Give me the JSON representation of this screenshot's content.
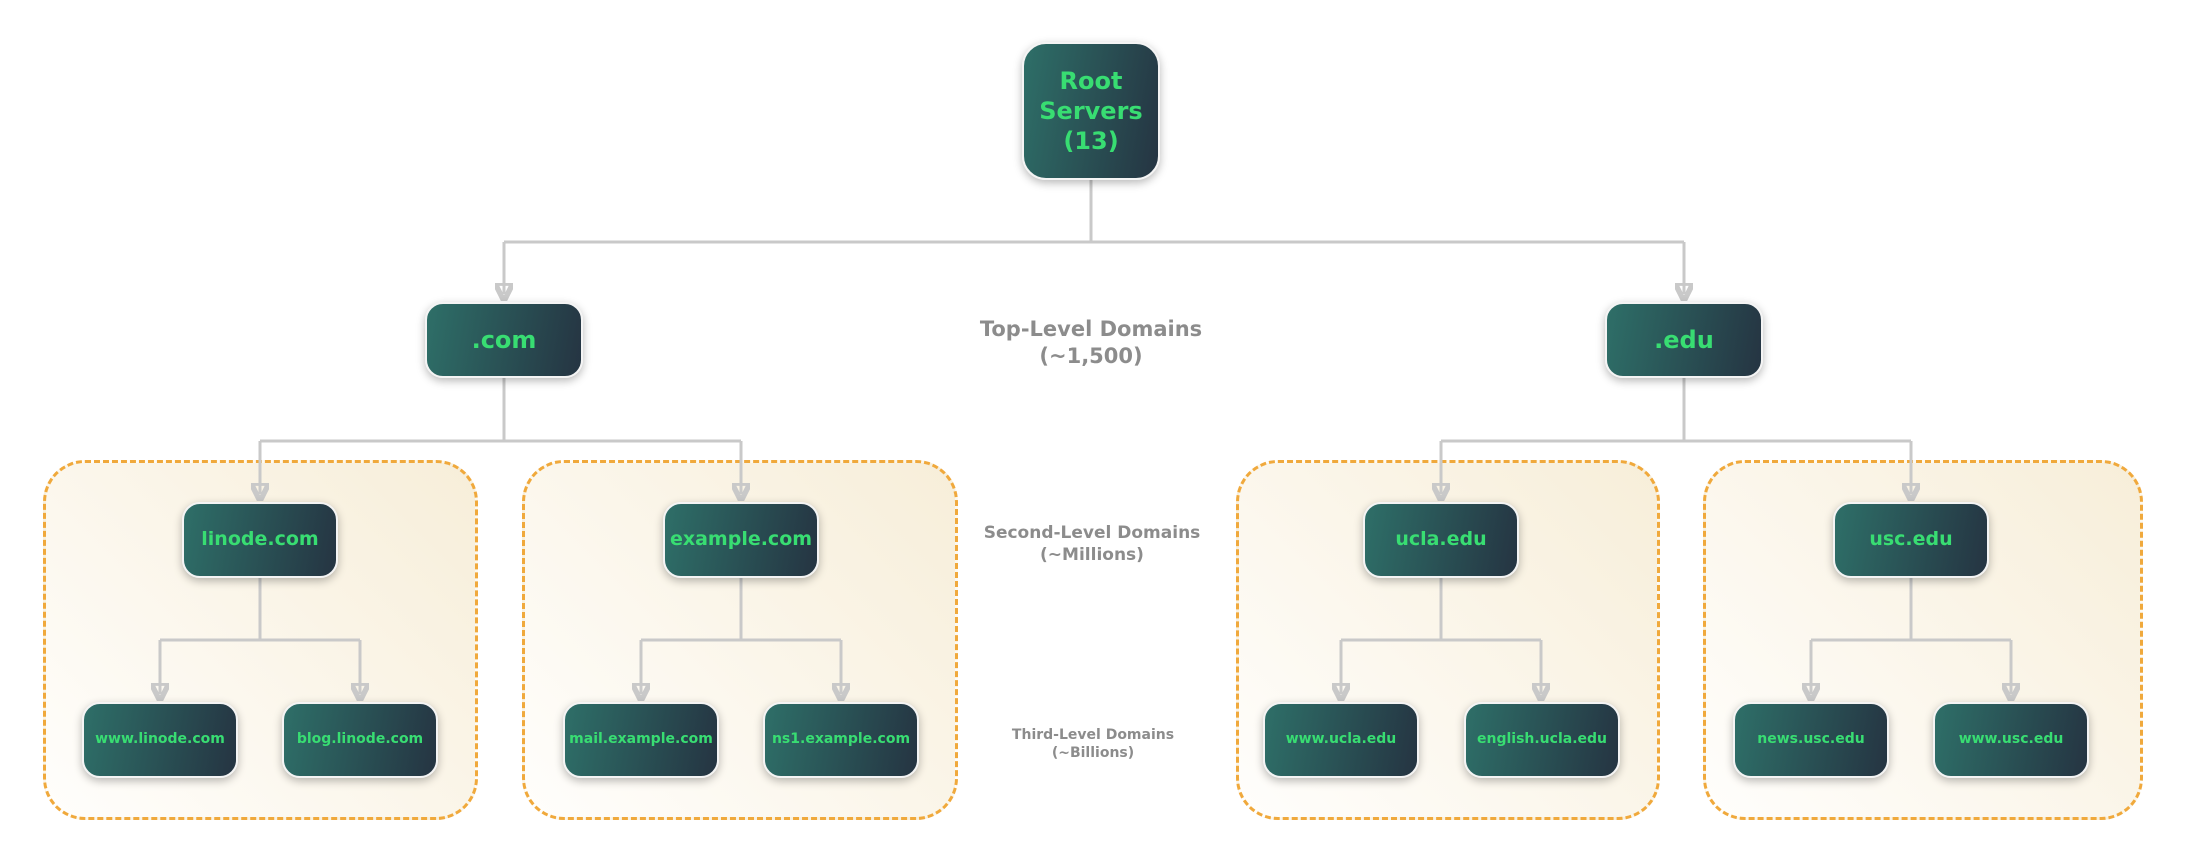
{
  "title": "DNS hierarchy diagram",
  "root": {
    "label": "Root Servers (13)"
  },
  "tlds": [
    {
      "label": ".com"
    },
    {
      "label": ".edu"
    }
  ],
  "level_labels": [
    {
      "line1": "Top-Level Domains",
      "line2": "(~1,500)"
    },
    {
      "line1": "Second-Level Domains",
      "line2": "(~Millions)"
    },
    {
      "line1": "Third-Level Domains",
      "line2": "(~Billions)"
    }
  ],
  "groups": [
    {
      "parent": "linode.com",
      "children": [
        "www.linode.com",
        "blog.linode.com"
      ]
    },
    {
      "parent": "example.com",
      "children": [
        "mail.example.com",
        "ns1.example.com"
      ]
    },
    {
      "parent": "ucla.edu",
      "children": [
        "www.ucla.edu",
        "english.ucla.edu"
      ]
    },
    {
      "parent": "usc.edu",
      "children": [
        "news.usc.edu",
        "www.usc.edu"
      ]
    }
  ],
  "colors": {
    "node_text": "#38dd72",
    "node_gradient_start": "#2e6f68",
    "node_gradient_end": "#253442",
    "node_border": "#f4f4f4",
    "group_border": "#f0a93c",
    "group_fill_light": "#fffefc",
    "group_fill_cream": "#f7eed9",
    "connector": "#c9c9c9",
    "arrowhead": "#b9b9b9",
    "level_label": "#8c8c8c"
  }
}
